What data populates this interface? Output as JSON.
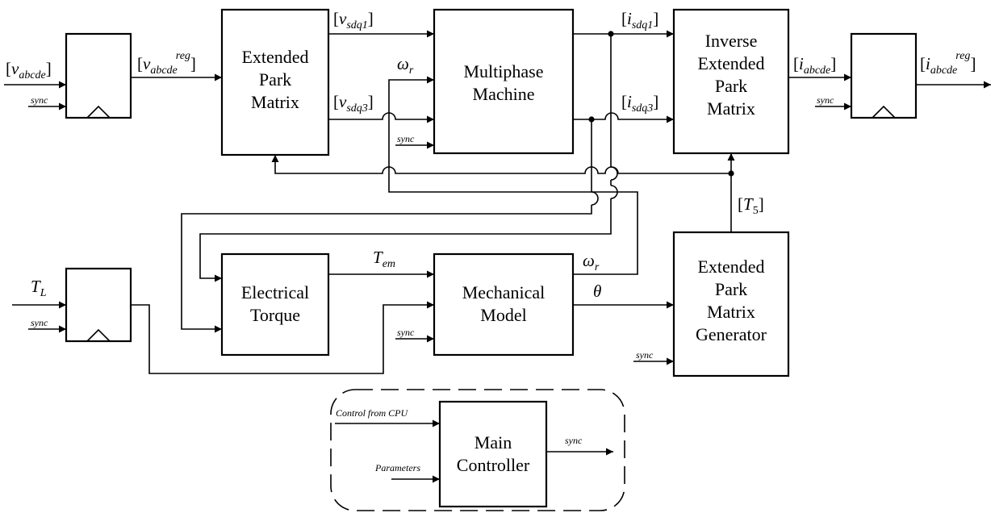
{
  "blocks": {
    "park": [
      "Extended",
      "Park",
      "Matrix"
    ],
    "machine": [
      "Multiphase",
      "Machine"
    ],
    "inverse": [
      "Inverse",
      "Extended",
      "Park",
      "Matrix"
    ],
    "torque": [
      "Electrical",
      "Torque"
    ],
    "mechanical": [
      "Mechanical",
      "Model"
    ],
    "generator": [
      "Extended",
      "Park",
      "Matrix",
      "Generator"
    ],
    "controller": [
      "Main",
      "Controller"
    ]
  },
  "signals": {
    "v_abcde": {
      "base": "v",
      "sub": "abcde"
    },
    "v_abcde_reg": {
      "base": "v",
      "sub": "abcde",
      "sup": "reg"
    },
    "v_sdq1": {
      "base": "v",
      "sub": "sdq1"
    },
    "v_sdq3": {
      "base": "v",
      "sub": "sdq3"
    },
    "omega_r": {
      "base": "ω",
      "sub": "r"
    },
    "i_sdq1": {
      "base": "i",
      "sub": "sdq1"
    },
    "i_sdq3": {
      "base": "i",
      "sub": "sdq3"
    },
    "i_abcde": {
      "base": "i",
      "sub": "abcde"
    },
    "i_abcde_reg": {
      "base": "i",
      "sub": "abcde",
      "sup": "reg"
    },
    "T5": {
      "base": "T",
      "sub": "5"
    },
    "T_em": {
      "base": "T",
      "sub": "em"
    },
    "T_L": {
      "base": "T",
      "sub": "L"
    },
    "theta": {
      "base": "θ"
    }
  },
  "misc": {
    "sync": "sync",
    "control_from_cpu": "Control from CPU",
    "parameters": "Parameters"
  }
}
